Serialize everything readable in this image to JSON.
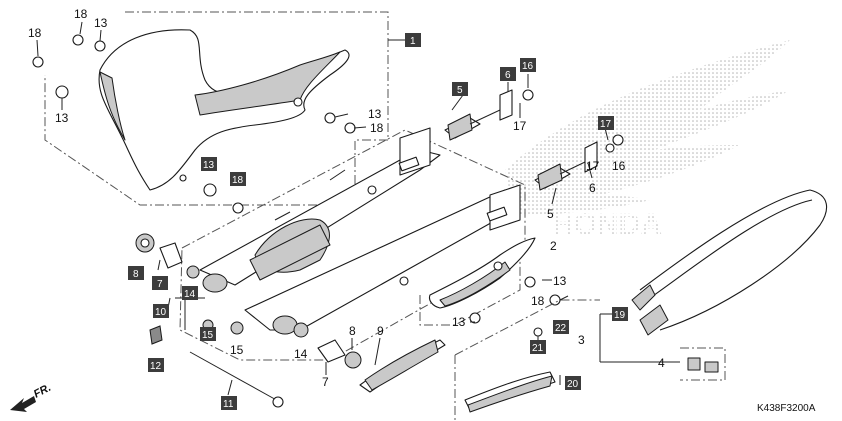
{
  "diagram_code": "K438F3200A",
  "direction_label": "FR.",
  "brand_watermark": "HONDA",
  "plain_callouts": {
    "c18a": "18",
    "c13a": "13",
    "c18b": "18",
    "c13b": "13",
    "c13c": "13",
    "c18c": "18",
    "c17a": "17",
    "c16": "16",
    "c6": "6",
    "c5": "5",
    "c2": "2",
    "c13d": "13",
    "c18d": "18",
    "c13e": "13",
    "c3": "3",
    "c4": "4",
    "c15": "15",
    "c14": "14",
    "c8": "8",
    "c9": "9",
    "c7": "7",
    "c17b": "17"
  },
  "boxed_callouts": {
    "b1": "1",
    "b5": "5",
    "b6": "6",
    "b16": "16",
    "b17": "17",
    "b13": "13",
    "b18": "18",
    "b8": "8",
    "b7": "7",
    "b14": "14",
    "b10": "10",
    "b15": "15",
    "b12": "12",
    "b11": "11",
    "b19": "19",
    "b21": "21",
    "b22": "22",
    "b20": "20"
  }
}
